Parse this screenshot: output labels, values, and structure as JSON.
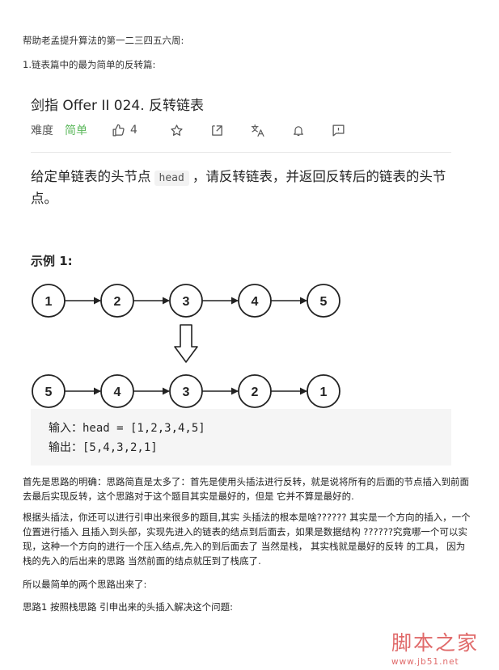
{
  "intro": {
    "line1": "帮助老孟提升算法的第一二三四五六周:",
    "line2": "1.链表篇中的最为简单的反转篇:"
  },
  "problem": {
    "title": "剑指 Offer II 024. 反转链表",
    "difficulty_label": "难度",
    "difficulty_value": "简单",
    "likes": "4",
    "desc_before": "给定单链表的头节点",
    "desc_code": "head",
    "desc_after": "，请反转链表，并返回反转后的链表的头节点。"
  },
  "example": {
    "title": "示例 1:",
    "input_nodes": [
      "1",
      "2",
      "3",
      "4",
      "5"
    ],
    "output_nodes": [
      "5",
      "4",
      "3",
      "2",
      "1"
    ],
    "input_line": "输入：head = [1,2,3,4,5]",
    "output_line": "输出：[5,4,3,2,1]"
  },
  "icons": {
    "like": "thumbs-up-icon",
    "star": "star-icon",
    "share": "share-icon",
    "translate": "translate-icon",
    "bell": "bell-icon",
    "report": "report-icon"
  },
  "colors": {
    "easy": "#5cb85c",
    "watermark": "#e06a6a",
    "code_bg": "#f5f5f5"
  },
  "paragraphs": [
    "首先是思路的明确：思路简直是太多了：首先是使用头插法进行反转，就是说将所有的后面的节点插入到前面去最后实现反转，这个思路对于这个题目其实是最好的，但是  它并不算是最好的.",
    "根据头插法，你还可以进行引申出来很多的题目,其实  头插法的根本是啥??????     其实是一个方向的插入，一个位置进行插入 且插入到头部，实现先进入的链表的结点到后面去，如果是数据结构  ??????究竟哪一个可以实现，这种一个方向的进行一个压入结点,先入的到后面去了 当然是栈，  其实栈就是最好的反转    的工具，  因为栈的先入的后出来的思路   当然前面的结点就压到了栈底了.",
    "所以最简单的两个思路出来了:",
    "思路1  按照栈思路  引申出来的头插入解决这个问题:"
  ],
  "watermark": {
    "main": "脚本之家",
    "sub": "www.jb51.net"
  }
}
